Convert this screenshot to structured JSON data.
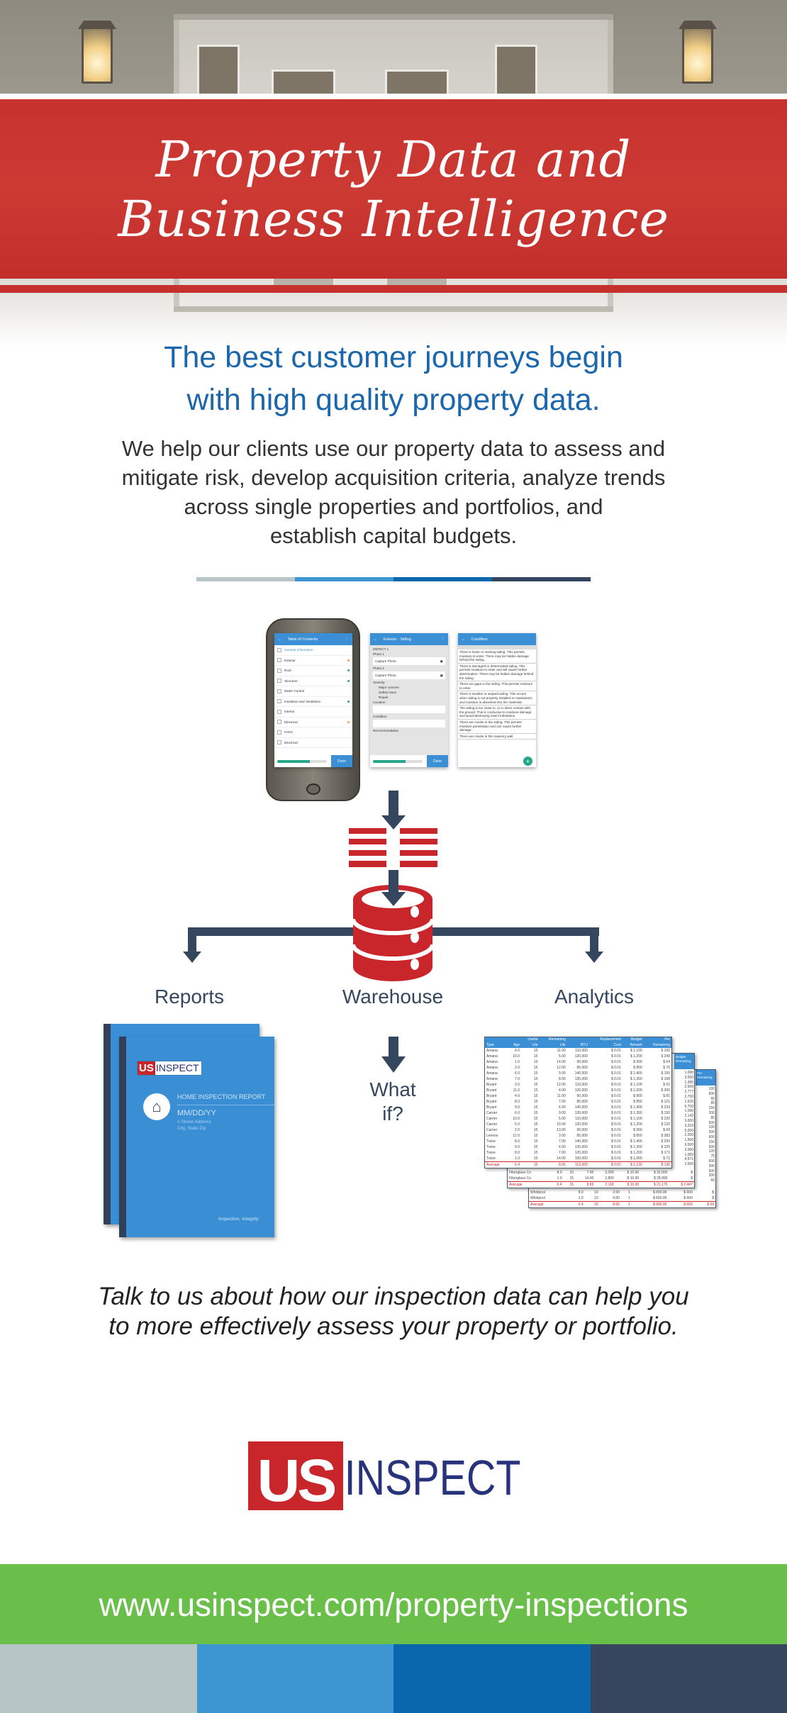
{
  "hero": {
    "title_line1": "Property Data and",
    "title_line2": "Business Intelligence",
    "banner_color": "#c7312d"
  },
  "intro": {
    "headline_line1": "The best customer journeys begin",
    "headline_line2": "with high quality property data.",
    "body_lines": [
      "We help our clients use our property data to assess and",
      "mitigate risk, develop acquisition criteria, analyze trends",
      "across single properties and portfolios, and",
      "establish capital budgets."
    ]
  },
  "color_bar": [
    "#b7c5c7",
    "#3d96d2",
    "#0a66ad",
    "#36465e"
  ],
  "app_screens": {
    "toc": {
      "title": "Table of Contents",
      "items": [
        {
          "label": "General Information",
          "dot": ""
        },
        {
          "label": "Exterior",
          "dot": "#f0a040"
        },
        {
          "label": "Roof",
          "dot": "#27a68a"
        },
        {
          "label": "Structure",
          "dot": "#27a68a"
        },
        {
          "label": "Water Control",
          "dot": ""
        },
        {
          "label": "Insulation and Ventilation",
          "dot": "#27a68a"
        },
        {
          "label": "Interior",
          "dot": ""
        },
        {
          "label": "Electrical",
          "dot": "#f0a040"
        },
        {
          "label": "HVAC",
          "dot": ""
        },
        {
          "label": "Electrical",
          "dot": ""
        }
      ],
      "progress": 0.65,
      "done": "Done"
    },
    "defect": {
      "title": "Exterior - Siding",
      "defect": "DEFECT 1",
      "photo1": "Photo 1",
      "photo2": "Photo 2",
      "capture": "Capture Photo",
      "severity": "Severity",
      "severity_options": [
        "Major concern",
        "Safety issue",
        "Repair"
      ],
      "location": "Location",
      "condition": "Condition",
      "recommendation": "Recommendation",
      "progress": 0.65,
      "done": "Done"
    },
    "condition": {
      "title": "Condition",
      "paragraphs": [
        "There is loose or missing siding. This permits moisture to enter. There may be hidden damage behind the siding.",
        "There is damaged or deteriorated siding. This permits moisture to enter and will cause further deterioration. There may be hidden damage behind the siding.",
        "There are gaps in the siding. This permits moisture to enter.",
        "There is swollen or warped siding. This occurs when siding is not properly installed or maintained, and moisture is absorbed into the materials.",
        "The siding is too close to, or in direct contact with, the ground. This is conducive to moisture damage and wood-destroying insect infestation.",
        "There are cracks in the siding. This permits moisture penetration and can cause further damage.",
        "There are cracks in the masonry wall."
      ],
      "fab": "+"
    }
  },
  "diagram": {
    "reports": "Reports",
    "warehouse": "Warehouse",
    "analytics": "Analytics",
    "what_if_line1": "What",
    "what_if_line2": "if?",
    "arrow_color": "#34475f",
    "db_color": "#c9262b"
  },
  "report_cover": {
    "logo_us": "US",
    "logo_inspect": "INSPECT",
    "title": "HOME INSPECTION REPORT",
    "date": "MM/DD/YY",
    "address1": "# Street Address",
    "address2": "City, State Zip",
    "tagline": "Inspection. Integrity."
  },
  "spreadsheet": {
    "headers_top": [
      "",
      "",
      "Useful",
      "Remaining",
      "",
      "Replacement",
      "Budget",
      "Per"
    ],
    "headers": [
      "Type",
      "Age",
      "Life",
      "Life",
      "BTU",
      "Cost",
      "Amount",
      "Remaining"
    ],
    "rows": [
      [
        "Amana",
        "4.0",
        "15",
        "11.00",
        "110,000",
        "$ 0.01",
        "$ 1,100",
        "$ 100"
      ],
      [
        "Amana",
        "10.0",
        "15",
        "5.00",
        "120,000",
        "$ 0.01",
        "$ 1,200",
        "$ 240"
      ],
      [
        "Amana",
        "1.0",
        "15",
        "14.00",
        "90,000",
        "$ 0.01",
        "$ 900",
        "$ 64"
      ],
      [
        "Amana",
        "3.0",
        "15",
        "12.00",
        "85,000",
        "$ 0.01",
        "$ 850",
        "$ 70"
      ],
      [
        "Amana",
        "6.0",
        "15",
        "9.00",
        "140,000",
        "$ 0.01",
        "$ 1,400",
        "$ 155"
      ],
      [
        "Amana",
        "7.0",
        "15",
        "8.00",
        "135,000",
        "$ 0.01",
        "$ 1,350",
        "$ 168"
      ],
      [
        "Bryant",
        "3.0",
        "15",
        "12.00",
        "110,000",
        "$ 0.01",
        "$ 1,100",
        "$ 91"
      ],
      [
        "Bryant",
        "11.0",
        "15",
        "4.00",
        "120,000",
        "$ 0.01",
        "$ 1,200",
        "$ 300"
      ],
      [
        "Bryant",
        "4.0",
        "15",
        "11.00",
        "90,000",
        "$ 0.01",
        "$ 900",
        "$ 81"
      ],
      [
        "Bryant",
        "8.0",
        "15",
        "7.00",
        "85,000",
        "$ 0.01",
        "$ 850",
        "$ 121"
      ],
      [
        "Bryant",
        "9.0",
        "15",
        "6.00",
        "140,000",
        "$ 0.01",
        "$ 1,400",
        "$ 233"
      ],
      [
        "Carrier",
        "6.0",
        "15",
        "9.00",
        "135,000",
        "$ 0.01",
        "$ 1,350",
        "$ 150"
      ],
      [
        "Carrier",
        "10.0",
        "15",
        "5.00",
        "110,000",
        "$ 0.01",
        "$ 1,100",
        "$ 220"
      ],
      [
        "Carrier",
        "5.0",
        "15",
        "10.00",
        "120,000",
        "$ 0.01",
        "$ 1,200",
        "$ 120"
      ],
      [
        "Carrier",
        "2.0",
        "15",
        "13.00",
        "90,000",
        "$ 0.01",
        "$ 900",
        "$ 69"
      ],
      [
        "Lennox",
        "12.0",
        "15",
        "3.00",
        "85,000",
        "$ 0.01",
        "$ 850",
        "$ 283"
      ],
      [
        "Trane",
        "8.0",
        "15",
        "7.00",
        "140,000",
        "$ 0.01",
        "$ 1,400",
        "$ 200"
      ],
      [
        "Trane",
        "9.0",
        "15",
        "6.00",
        "135,000",
        "$ 0.01",
        "$ 1,350",
        "$ 225"
      ],
      [
        "Trane",
        "8.0",
        "15",
        "7.00",
        "120,000",
        "$ 0.01",
        "$ 1,200",
        "$ 171"
      ],
      [
        "Trane",
        "1.0",
        "15",
        "14.00",
        "100,000",
        "$ 0.01",
        "$ 1,000",
        "$ 71"
      ]
    ],
    "average": [
      "Average",
      "6.4",
      "15",
      "8.65",
      "113,000",
      "$ 0.01",
      "$ 1,130",
      "$ 130"
    ],
    "sheet2": {
      "header": "Budget Remaining",
      "right_col": [
        "1,090",
        "3,000",
        "1,385",
        "2,500",
        "2,777",
        "2,750",
        "1,625",
        "6,750",
        "1,090",
        "2,142",
        "3,000",
        "3,333",
        "5,000",
        "2,200",
        "1,500",
        "9,000",
        "2,000",
        "1,083",
        "4,571",
        "2,000"
      ],
      "rows": [
        [
          "Fiberglass Co",
          "8.0",
          "15",
          "7.00",
          "3,200",
          "$ 10.00",
          "$ 32,000",
          "$"
        ],
        [
          "Fiberglass Co",
          "1.0",
          "15",
          "14.00",
          "2,800",
          "$ 10.00",
          "$ 28,000",
          "$"
        ]
      ],
      "average": [
        "Average",
        "6.4",
        "15",
        "8.65",
        "2,118",
        "$ 10.00",
        "$ 21,175",
        "$ 2,447"
      ]
    },
    "sheet3": {
      "header": "Per Remaining",
      "right_col": [
        "100",
        "600",
        "66",
        "85",
        "150",
        "200",
        "85",
        "600",
        "100",
        "300",
        "600",
        "150",
        "600",
        "120",
        "75",
        "600",
        "300",
        "600",
        "300",
        "66"
      ],
      "rows": [
        [
          "Whirlpool",
          "8.0",
          "10",
          "2.00",
          "1",
          "$ 600.00",
          "$ 600",
          "$"
        ],
        [
          "Whirlpool",
          "1.0",
          "10",
          "9.00",
          "1",
          "$ 600.00",
          "$ 600",
          "$"
        ]
      ],
      "average": [
        "Average",
        "6.4",
        "15",
        "8.65",
        "1",
        "$ 600.00",
        "$ 600",
        "$ 69"
      ]
    }
  },
  "cta": {
    "line1": "Talk to us about how our inspection data can help you",
    "line2": "to more effectively assess your property or portfolio."
  },
  "logo": {
    "us": "US",
    "inspect": "INSPECT",
    "red": "#c9262b",
    "navy": "#27337a"
  },
  "footer": {
    "url": "www.usinspect.com/property-inspections",
    "green": "#6abf4b",
    "blocks": [
      "#b7c5c7",
      "#3d96d2",
      "#0a66ad",
      "#36465e"
    ]
  }
}
